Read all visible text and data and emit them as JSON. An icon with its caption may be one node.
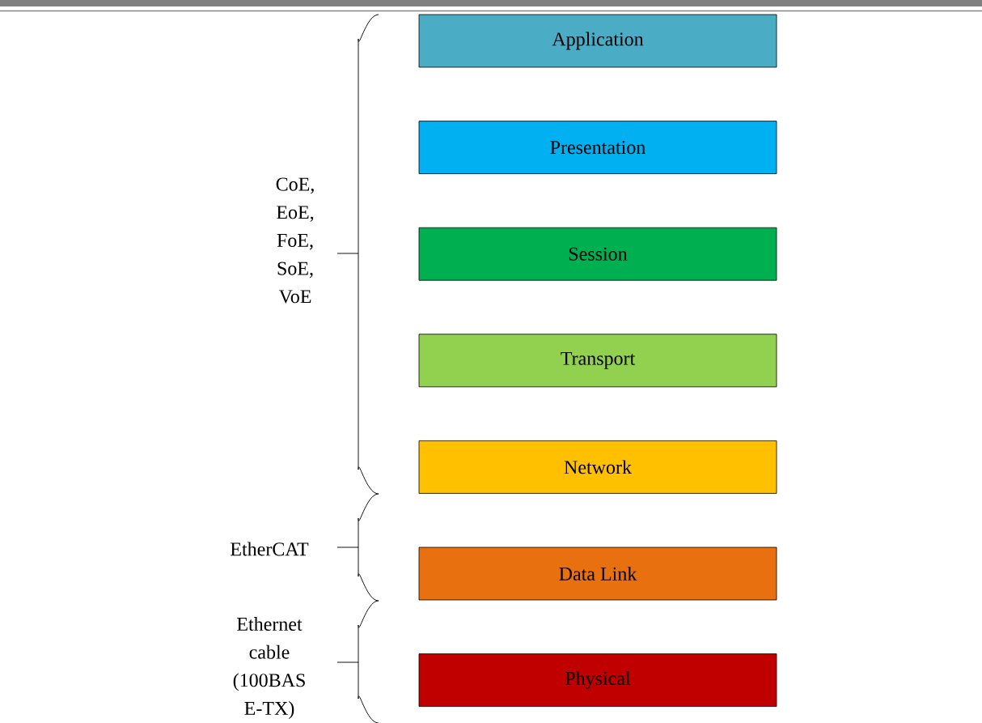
{
  "diagram": {
    "nodes": [
      {
        "text": [
          "Application"
        ]
      },
      {
        "text": [
          "Presentation"
        ]
      },
      {
        "text": [
          "Session"
        ]
      },
      {
        "text": [
          "Transport"
        ]
      },
      {
        "text": [
          "Network"
        ]
      },
      {
        "text": [
          "Data Link"
        ]
      },
      {
        "text": [
          "Physical"
        ]
      }
    ],
    "labels": [
      "CoE, EoE, FoE, SoE, VoE",
      "EtherCAT",
      "Ethernet cable (100BAS E-TX)"
    ]
  }
}
